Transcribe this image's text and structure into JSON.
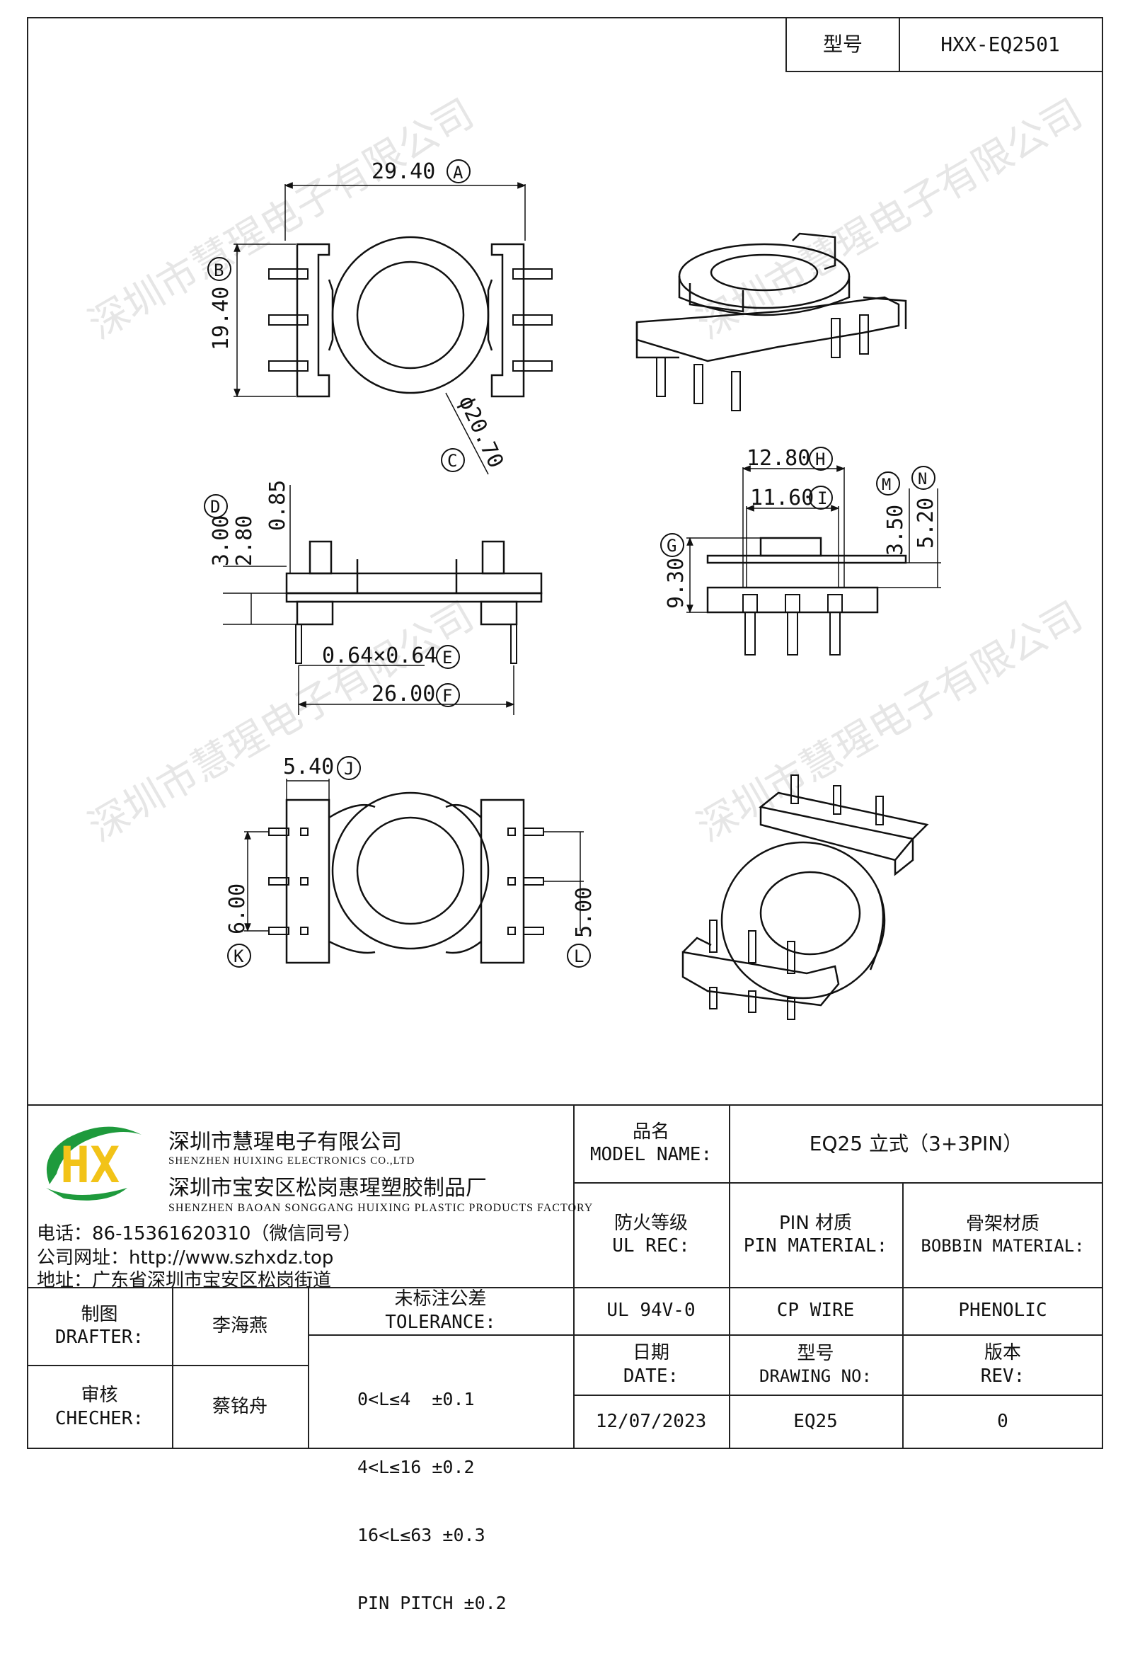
{
  "header": {
    "model_label": "型号",
    "model_value": "HXX-EQ2501"
  },
  "watermark": "深圳市慧瑆电子有限公司",
  "dimensions": {
    "a": "29.40",
    "a_tag": "A",
    "b": "19.40",
    "b_tag": "B",
    "c": "ϕ20.70",
    "c_tag": "C",
    "d": "3.00",
    "d_tag": "D",
    "d2": "2.80",
    "d3": "0.85",
    "e": "0.64×0.64",
    "e_tag": "E",
    "f": "26.00",
    "f_tag": "F",
    "g": "9.30",
    "g_tag": "G",
    "h": "12.80",
    "h_tag": "H",
    "i": "11.60",
    "i_tag": "I",
    "j": "5.40",
    "j_tag": "J",
    "k": "6.00",
    "k_tag": "K",
    "l": "5.00",
    "l_tag": "L",
    "m": "3.50",
    "m_tag": "M",
    "n": "5.20",
    "n_tag": "N"
  },
  "company": {
    "name_cn": "深圳市慧瑆电子有限公司",
    "name_en": "SHENZHEN HUIXING ELECTRONICS CO.,LTD",
    "factory_cn": "深圳市宝安区松岗惠瑆塑胶制品厂",
    "factory_en": "SHENZHEN BAOAN SONGGANG HUIXING PLASTIC PRODUCTS FACTORY",
    "phone": "电话：86-15361620310（微信同号）",
    "website": "公司网址：http://www.szhxdz.top",
    "address": "地址：广东省深圳市宝安区松岗街道",
    "logo_letters": "HX",
    "logo_colors": {
      "green": "#1e9a3c",
      "yellow": "#f2c318"
    }
  },
  "title_block": {
    "model_name_label_cn": "品名",
    "model_name_label_en": "MODEL NAME:",
    "model_name_value": "EQ25 立式（3+3PIN）",
    "ul_label_cn": "防火等级",
    "ul_label_en": "UL REC:",
    "pin_label_cn": "PIN 材质",
    "pin_label_en": "PIN MATERIAL:",
    "bobbin_label_cn": "骨架材质",
    "bobbin_label_en": "BOBBIN MATERIAL:",
    "ul_value": "UL 94V-0",
    "pin_value": "CP WIRE",
    "bobbin_value": "PHENOLIC",
    "date_label_cn": "日期",
    "date_label_en": "DATE:",
    "drawing_label_cn": "型号",
    "drawing_label_en": "DRAWING NO:",
    "rev_label_cn": "版本",
    "rev_label_en": "REV:",
    "date_value": "12/07/2023",
    "drawing_value": "EQ25",
    "rev_value": "0",
    "drafter_label_cn": "制图",
    "drafter_label_en": "DRAFTER:",
    "drafter_value": "李海燕",
    "checker_label_cn": "审核",
    "checker_label_en": "CHECHER:",
    "checker_value": "蔡铭舟",
    "tolerance_label_cn": "未标注公差",
    "tolerance_label_en": "TOLERANCE:",
    "tolerances": [
      "0<L≤4  ±0.1",
      "4<L≤16 ±0.2",
      "16<L≤63 ±0.3",
      "PIN PITCH ±0.2"
    ]
  }
}
